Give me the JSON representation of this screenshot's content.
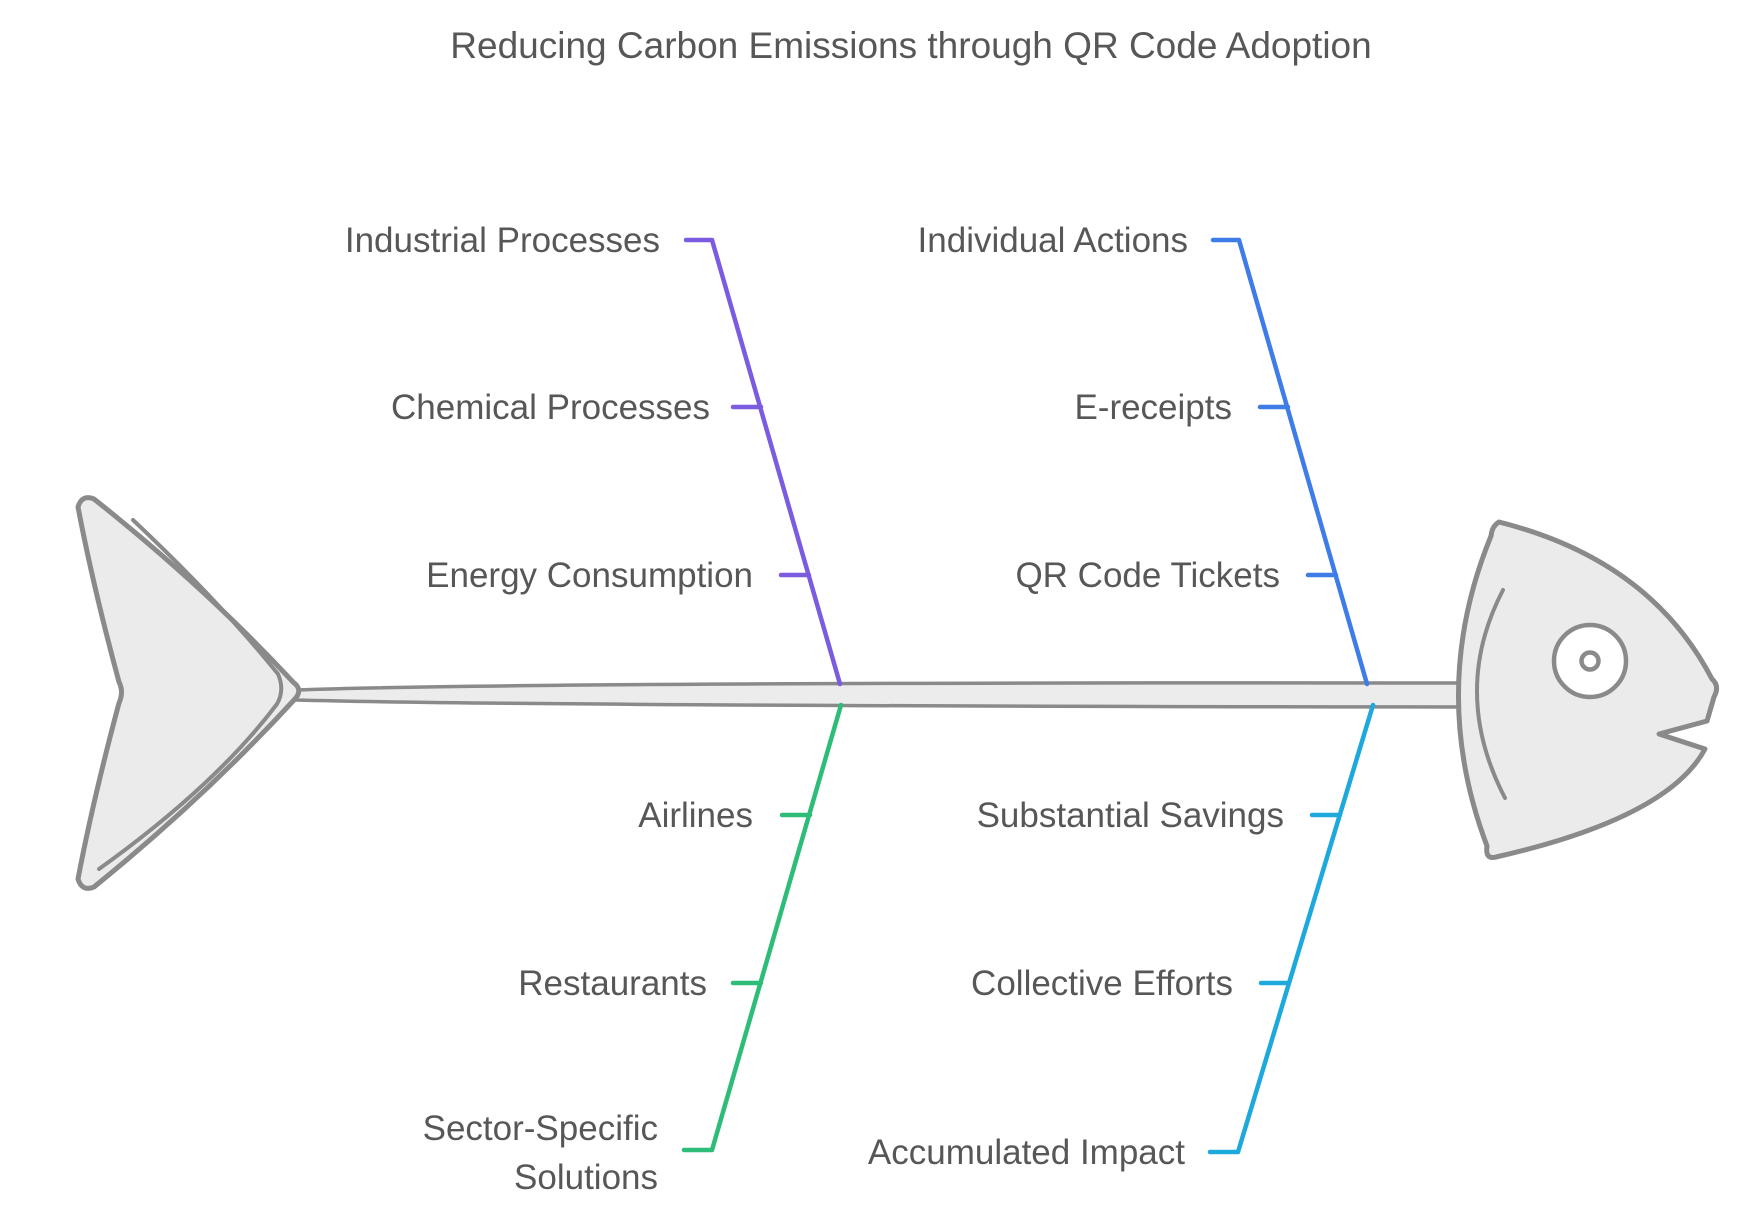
{
  "title": {
    "text": "Reducing Carbon Emissions through QR Code Adoption",
    "color": "#575757"
  },
  "diagram": {
    "type": "fishbone",
    "subject": "Reducing Carbon Emissions through QR Code Adoption"
  },
  "colors": {
    "label_gray": "#575757",
    "fish_fill": "#ebebeb",
    "fish_stroke": "#8a8a8a",
    "spine_fill": "#ececec"
  },
  "branches": [
    {
      "name": "industrial-processes",
      "label": "Industrial Processes",
      "position": "top-left",
      "color": "#7b5ce0",
      "label_color": "#7b5ce0",
      "sub_causes": [
        "Chemical Processes",
        "Energy Consumption"
      ]
    },
    {
      "name": "individual-actions",
      "label": "Individual Actions",
      "position": "top-right",
      "color": "#3e7de8",
      "label_color": "#575757",
      "sub_causes": [
        "E-receipts",
        "QR Code Tickets"
      ]
    },
    {
      "name": "sector-specific-solutions",
      "label": "Sector-Specific Solutions",
      "label_line1": "Sector-Specific",
      "label_line2": "Solutions",
      "position": "bottom-left",
      "color": "#2dbd78",
      "label_color": "#575757",
      "sub_causes": [
        "Airlines",
        "Restaurants"
      ]
    },
    {
      "name": "accumulated-impact",
      "label": "Accumulated Impact",
      "position": "bottom-right",
      "color": "#1da9db",
      "label_color": "#575757",
      "sub_causes": [
        "Substantial Savings",
        "Collective Efforts"
      ]
    }
  ]
}
